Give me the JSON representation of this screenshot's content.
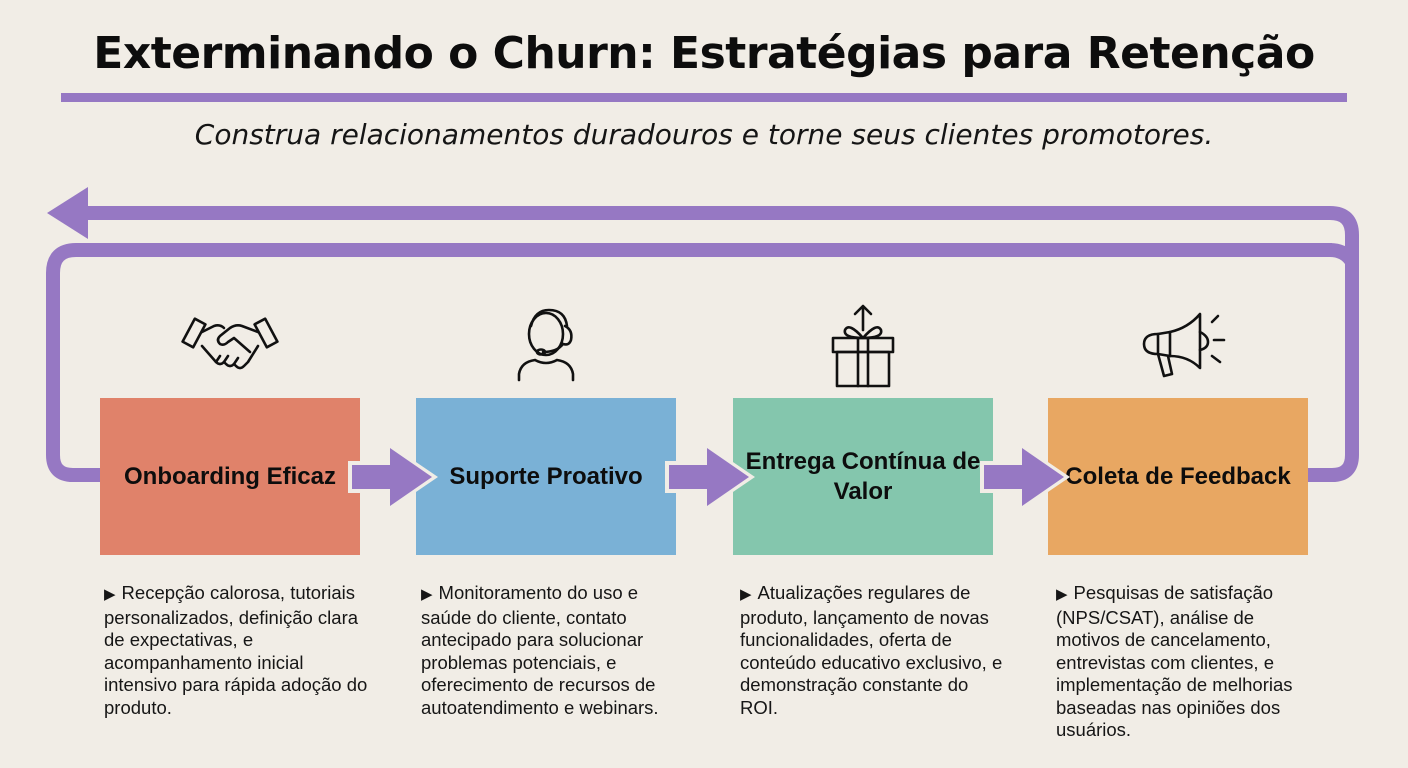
{
  "header": {
    "title": "Exterminando o Churn: Estratégias para Retenção",
    "subtitle": "Construa relacionamentos duradouros e torne seus clientes promotores."
  },
  "colors": {
    "background": "#f1ede6",
    "accent_purple": "#9678c3",
    "onboarding": "#e0826a",
    "suporte": "#7ab1d6",
    "entrega": "#84c6ad",
    "feedback": "#e8a762"
  },
  "stages": [
    {
      "title": "Onboarding Eficaz",
      "icon": "handshake-icon",
      "bullet": "▶",
      "description": "Recepção calorosa, tutoriais personalizados, definição clara de expectativas, e acompanhamento inicial intensivo para rápida adoção do produto."
    },
    {
      "title": "Suporte Proativo",
      "icon": "headset-agent-icon",
      "bullet": "▶",
      "description": "Monitoramento do uso e saúde do cliente, contato antecipado para solucionar problemas potenciais, e oferecimento de recursos de autoatendimento e webinars."
    },
    {
      "title": "Entrega Contínua de Valor",
      "icon": "gift-arrow-up-icon",
      "bullet": "▶",
      "description": "Atualizações regulares de produto, lançamento de novas funcionalidades, oferta de conteúdo educativo exclusivo, e demonstração constante do ROI."
    },
    {
      "title": "Coleta de Feedback",
      "icon": "megaphone-icon",
      "bullet": "▶",
      "description": "Pesquisas de satisfação (NPS/CSAT), análise de motivos de cancelamento, entrevistas com clientes, e implementação de melhorias baseadas nas opiniões dos usuários."
    }
  ]
}
